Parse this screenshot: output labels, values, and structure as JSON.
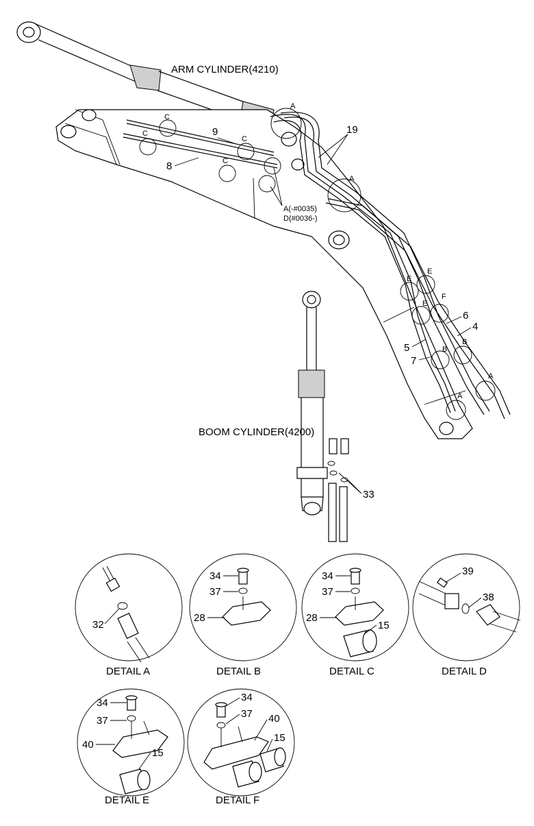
{
  "labels": {
    "arm_cylinder": "ARM CYLINDER(4210)",
    "boom_cylinder": "BOOM CYLINDER(4200)",
    "a_range": "A(-#0035)",
    "d_range": "D(#0036-)"
  },
  "letters": {
    "a": "A",
    "b": "B",
    "c": "C",
    "d": "D",
    "e": "E",
    "f": "F"
  },
  "part_numbers": {
    "p4": "4",
    "p5": "5",
    "p6": "6",
    "p7": "7",
    "p8": "8",
    "p9": "9",
    "p15": "15",
    "p19": "19",
    "p28": "28",
    "p32": "32",
    "p33": "33",
    "p34": "34",
    "p37": "37",
    "p38": "38",
    "p39": "39",
    "p40": "40"
  },
  "details": {
    "a": "DETAIL A",
    "b": "DETAIL B",
    "c": "DETAIL C",
    "d": "DETAIL D",
    "e": "DETAIL E",
    "f": "DETAIL F"
  }
}
